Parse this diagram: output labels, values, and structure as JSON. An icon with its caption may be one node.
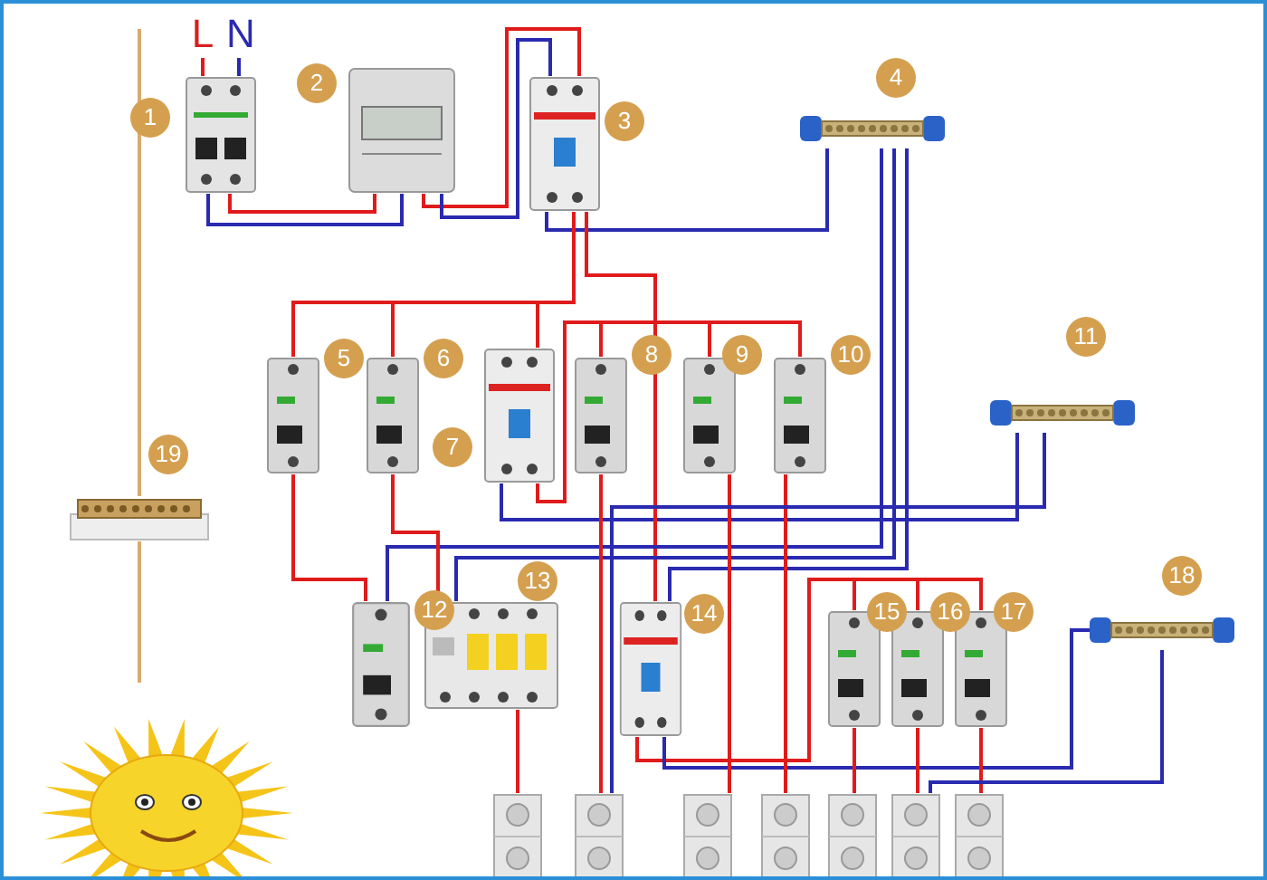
{
  "diagram": {
    "nodes": [
      {
        "text": [],
        "shape": "picture",
        "beside": [
          "1"
        ]
      },
      {
        "text": [],
        "shape": "picture",
        "beside": [
          "2"
        ]
      },
      {
        "text": [],
        "shape": "picture",
        "beside": [
          "3"
        ]
      },
      {
        "text": [],
        "shape": "bar",
        "beside": [
          "4"
        ]
      },
      {
        "text": [],
        "shape": "picture",
        "beside": [
          "5"
        ]
      },
      {
        "text": [],
        "shape": "picture",
        "beside": [
          "6"
        ]
      },
      {
        "text": [],
        "shape": "picture",
        "beside": [
          "7"
        ]
      },
      {
        "text": [],
        "shape": "picture",
        "beside": [
          "8"
        ]
      },
      {
        "text": [],
        "shape": "picture",
        "beside": [
          "9"
        ]
      },
      {
        "text": [],
        "shape": "picture",
        "beside": [
          "10"
        ]
      },
      {
        "text": [],
        "shape": "bar",
        "beside": [
          "11"
        ]
      },
      {
        "text": [],
        "shape": "picture",
        "beside": [
          "12"
        ]
      },
      {
        "text": [],
        "shape": "picture",
        "beside": [
          "13"
        ]
      },
      {
        "text": [],
        "shape": "picture",
        "beside": [
          "14"
        ]
      },
      {
        "text": [],
        "shape": "picture",
        "beside": [
          "15"
        ]
      },
      {
        "text": [],
        "shape": "picture",
        "beside": [
          "16"
        ]
      },
      {
        "text": [],
        "shape": "picture",
        "beside": [
          "17"
        ]
      },
      {
        "text": [],
        "shape": "bar",
        "beside": [
          "18"
        ]
      },
      {
        "text": [],
        "shape": "bar",
        "beside": [
          "19"
        ]
      },
      {
        "text": [],
        "shape": "picture"
      },
      {
        "text": [],
        "shape": "picture"
      },
      {
        "text": [],
        "shape": "picture"
      },
      {
        "text": [],
        "shape": "picture"
      },
      {
        "text": [],
        "shape": "picture"
      },
      {
        "text": [],
        "shape": "picture"
      },
      {
        "text": [],
        "shape": "picture"
      },
      {
        "text": [],
        "shape": "picture"
      },
      {
        "text": [
          "L"
        ]
      },
      {
        "text": [
          "N"
        ]
      }
    ],
    "edges": [
      {
        "from": 27,
        "to": 0,
        "arrow": "none"
      },
      {
        "from": 28,
        "to": 0,
        "arrow": "none",
        "color": "#2a2ab0"
      },
      {
        "from": 0,
        "to": 1,
        "arrow": "none"
      },
      {
        "from": 0,
        "to": 1,
        "arrow": "none",
        "color": "#2a2ab0"
      },
      {
        "from": 1,
        "to": 2,
        "arrow": "none"
      },
      {
        "from": 1,
        "to": 2,
        "arrow": "none",
        "color": "#2a2ab0"
      },
      {
        "from": 2,
        "to": 3,
        "arrow": "none",
        "color": "#2a2ab0"
      },
      {
        "from": 2,
        "to": 4,
        "arrow": "none"
      },
      {
        "from": 2,
        "to": 5,
        "arrow": "none"
      },
      {
        "from": 2,
        "to": 6,
        "arrow": "none"
      },
      {
        "from": 6,
        "to": 7,
        "arrow": "none"
      },
      {
        "from": 6,
        "to": 8,
        "arrow": "none"
      },
      {
        "from": 6,
        "to": 9,
        "arrow": "none"
      },
      {
        "from": 6,
        "to": 10,
        "arrow": "none",
        "color": "#2a2ab0"
      },
      {
        "from": 2,
        "to": 13,
        "arrow": "none"
      },
      {
        "from": 13,
        "to": 14,
        "arrow": "none"
      },
      {
        "from": 13,
        "to": 15,
        "arrow": "none"
      },
      {
        "from": 13,
        "to": 16,
        "arrow": "none"
      },
      {
        "from": 13,
        "to": 17,
        "arrow": "none",
        "color": "#2a2ab0"
      },
      {
        "from": 3,
        "to": 11,
        "arrow": "none",
        "color": "#2a2ab0"
      },
      {
        "from": 3,
        "to": 12,
        "arrow": "none",
        "color": "#2a2ab0"
      },
      {
        "from": 3,
        "to": 13,
        "arrow": "none",
        "color": "#2a2ab0"
      },
      {
        "from": 4,
        "to": 11,
        "arrow": "none"
      },
      {
        "from": 5,
        "to": 12,
        "arrow": "none"
      },
      {
        "from": 12,
        "to": 19,
        "arrow": "none"
      },
      {
        "from": 7,
        "to": 20,
        "arrow": "none"
      },
      {
        "from": 8,
        "to": 21,
        "arrow": "none"
      },
      {
        "from": 9,
        "to": 22,
        "arrow": "none"
      },
      {
        "from": 14,
        "to": 23,
        "arrow": "none"
      },
      {
        "from": 15,
        "to": 24,
        "arrow": "none"
      },
      {
        "from": 16,
        "to": 25,
        "arrow": "none"
      },
      {
        "from": 10,
        "to": 20,
        "arrow": "none",
        "color": "#2a2ab0"
      },
      {
        "from": 17,
        "to": 24,
        "arrow": "none",
        "color": "#2a2ab0"
      },
      {
        "from": 18,
        "to": 26,
        "arrow": "none",
        "color": "#d9aa70"
      },
      {
        "from": null,
        "to": 18,
        "arrow": "none",
        "color": "#d9aa70"
      }
    ]
  }
}
